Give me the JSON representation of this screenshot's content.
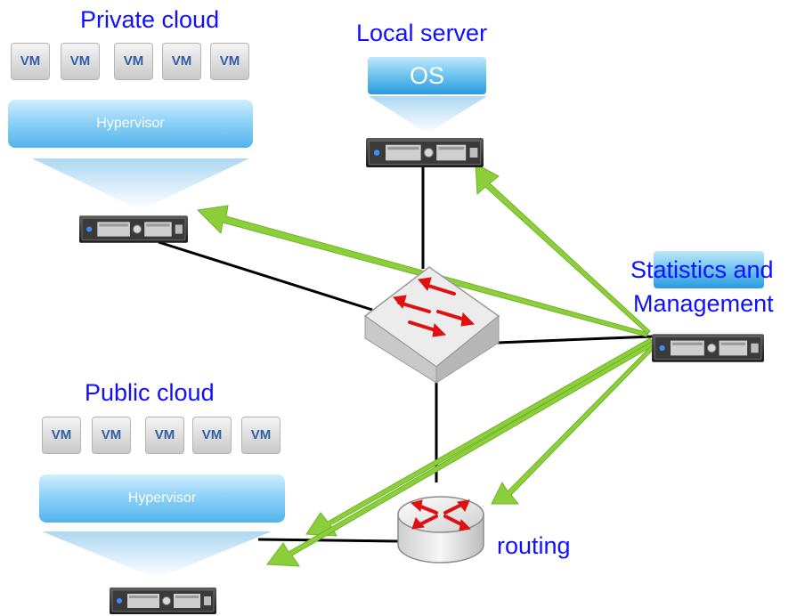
{
  "labels": {
    "private_cloud": "Private cloud",
    "local_server": "Local server",
    "os": "OS",
    "stats_line1": "Statistics and",
    "stats_line2": "Management",
    "public_cloud": "Public cloud",
    "routing": "routing"
  },
  "private_cloud": {
    "vms": [
      "VM",
      "VM",
      "VM",
      "VM",
      "VM"
    ],
    "hypervisor": "Hypervisor"
  },
  "public_cloud": {
    "vms": [
      "VM",
      "VM",
      "VM",
      "VM",
      "VM"
    ],
    "hypervisor": "Hypervisor"
  },
  "colors": {
    "label_text": "#1010ff",
    "arrow_green": "#8ccf3a",
    "link_black": "#000000",
    "hypervisor_blue": "#52b4ec",
    "switch_arrow_red": "#e01010"
  },
  "icons": [
    "server-icon",
    "switch-icon",
    "router-icon",
    "vm-icon"
  ]
}
